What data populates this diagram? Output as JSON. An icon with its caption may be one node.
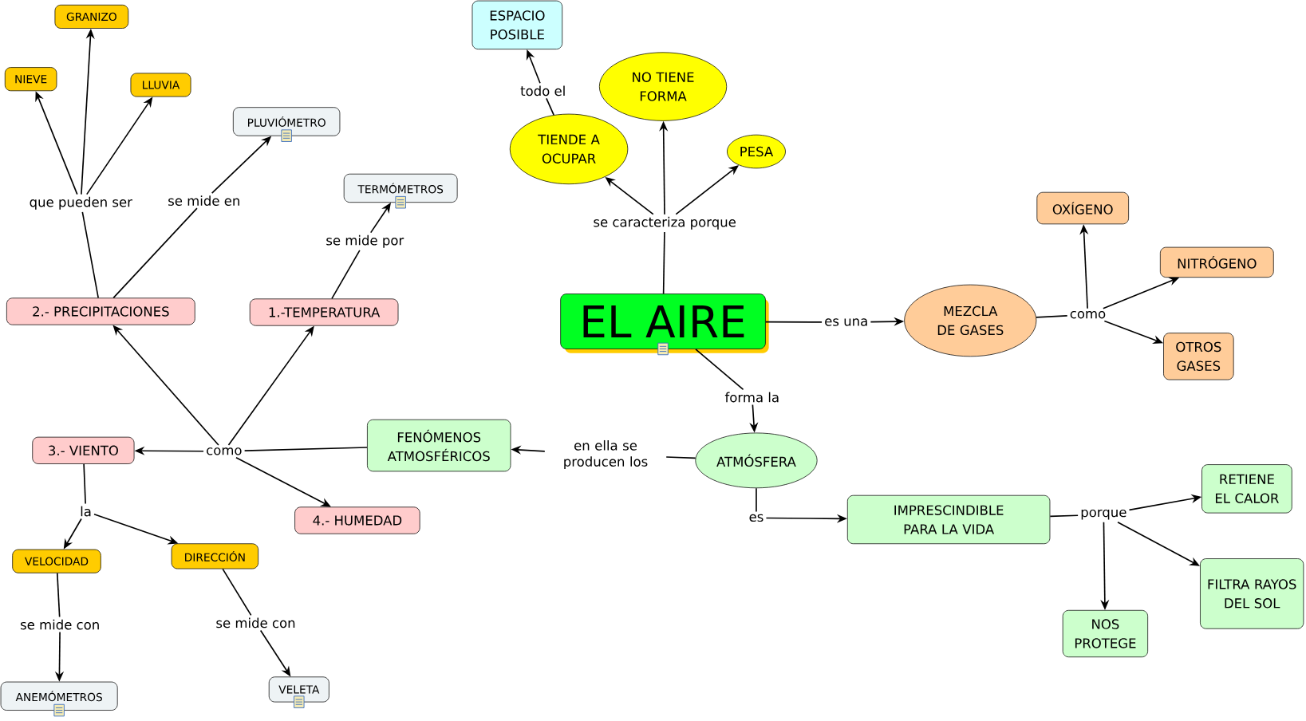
{
  "diagram": {
    "nodes": [
      {
        "text": [
          "EL AIRE"
        ]
      },
      {
        "text": [
          "se caracteriza porque"
        ]
      },
      {
        "text": [
          "TIENDE A OCUPAR"
        ]
      },
      {
        "text": [
          "todo el"
        ]
      },
      {
        "text": [
          "ESPACIO POSIBLE"
        ]
      },
      {
        "text": [
          "NO TIENE FORMA"
        ]
      },
      {
        "text": [
          "PESA"
        ]
      },
      {
        "text": [
          "es una"
        ]
      },
      {
        "text": [
          "MEZCLA DE GASES"
        ]
      },
      {
        "text": [
          "como"
        ]
      },
      {
        "text": [
          "OXÍGENO"
        ]
      },
      {
        "text": [
          "NITRÓGENO"
        ]
      },
      {
        "text": [
          "OTROS GASES"
        ]
      },
      {
        "text": [
          "forma la"
        ]
      },
      {
        "text": [
          "ATMÓSFERA"
        ]
      },
      {
        "text": [
          "en ella se producen los"
        ]
      },
      {
        "text": [
          "FENÓMENOS ATMOSFÉRICOS"
        ]
      },
      {
        "text": [
          "como"
        ]
      },
      {
        "text": [
          "1.-TEMPERATURA"
        ]
      },
      {
        "text": [
          "se mide  por"
        ]
      },
      {
        "text": [
          "TERMÓMETROS"
        ]
      },
      {
        "text": [
          "2.- PRECIPITACIONES"
        ]
      },
      {
        "text": [
          "que pueden ser"
        ]
      },
      {
        "text": [
          "NIEVE"
        ]
      },
      {
        "text": [
          "GRANIZO"
        ]
      },
      {
        "text": [
          "LLUVIA"
        ]
      },
      {
        "text": [
          "se mide en"
        ]
      },
      {
        "text": [
          "PLUVIÓMETRO"
        ]
      },
      {
        "text": [
          "3.- VIENTO"
        ]
      },
      {
        "text": [
          "la"
        ]
      },
      {
        "text": [
          "VELOCIDAD"
        ]
      },
      {
        "text": [
          "se mide con"
        ]
      },
      {
        "text": [
          "ANEMÓMETROS"
        ]
      },
      {
        "text": [
          "DIRECCIÓN"
        ]
      },
      {
        "text": [
          "se mide con"
        ]
      },
      {
        "text": [
          "VELETA"
        ]
      },
      {
        "text": [
          "4.-  HUMEDAD"
        ]
      },
      {
        "text": [
          "es"
        ]
      },
      {
        "text": [
          "IMPRESCINDIBLE PARA LA VIDA"
        ]
      },
      {
        "text": [
          "porque"
        ]
      },
      {
        "text": [
          "RETIENE EL CALOR"
        ]
      },
      {
        "text": [
          "FILTRA RAYOS DEL SOL"
        ]
      },
      {
        "text": [
          "NOS PROTEGE"
        ]
      }
    ],
    "edges": [
      {
        "from": 0,
        "to": 1,
        "arrow": "none"
      },
      {
        "from": 1,
        "to": 2,
        "arrow": "to"
      },
      {
        "from": 1,
        "to": 5,
        "arrow": "to"
      },
      {
        "from": 1,
        "to": 6,
        "arrow": "to"
      },
      {
        "from": 2,
        "to": 3,
        "arrow": "none"
      },
      {
        "from": 3,
        "to": 4,
        "arrow": "to"
      },
      {
        "from": 0,
        "to": 7,
        "arrow": "none"
      },
      {
        "from": 7,
        "to": 8,
        "arrow": "to"
      },
      {
        "from": 8,
        "to": 9,
        "arrow": "none"
      },
      {
        "from": 9,
        "to": 10,
        "arrow": "to"
      },
      {
        "from": 9,
        "to": 11,
        "arrow": "to"
      },
      {
        "from": 9,
        "to": 12,
        "arrow": "to"
      },
      {
        "from": 0,
        "to": 13,
        "arrow": "none"
      },
      {
        "from": 13,
        "to": 14,
        "arrow": "to"
      },
      {
        "from": 14,
        "to": 15,
        "arrow": "none"
      },
      {
        "from": 15,
        "to": 16,
        "arrow": "to"
      },
      {
        "from": 16,
        "to": 17,
        "arrow": "none"
      },
      {
        "from": 17,
        "to": 18,
        "arrow": "to"
      },
      {
        "from": 17,
        "to": 21,
        "arrow": "to"
      },
      {
        "from": 17,
        "to": 28,
        "arrow": "to"
      },
      {
        "from": 17,
        "to": 36,
        "arrow": "to"
      },
      {
        "from": 18,
        "to": 19,
        "arrow": "none"
      },
      {
        "from": 19,
        "to": 20,
        "arrow": "to"
      },
      {
        "from": 21,
        "to": 22,
        "arrow": "none"
      },
      {
        "from": 22,
        "to": 23,
        "arrow": "to"
      },
      {
        "from": 22,
        "to": 24,
        "arrow": "to"
      },
      {
        "from": 22,
        "to": 25,
        "arrow": "to"
      },
      {
        "from": 21,
        "to": 26,
        "arrow": "none"
      },
      {
        "from": 26,
        "to": 27,
        "arrow": "to"
      },
      {
        "from": 28,
        "to": 29,
        "arrow": "none"
      },
      {
        "from": 29,
        "to": 30,
        "arrow": "to"
      },
      {
        "from": 29,
        "to": 33,
        "arrow": "to"
      },
      {
        "from": 30,
        "to": 31,
        "arrow": "none"
      },
      {
        "from": 31,
        "to": 32,
        "arrow": "to"
      },
      {
        "from": 33,
        "to": 34,
        "arrow": "none"
      },
      {
        "from": 34,
        "to": 35,
        "arrow": "to"
      },
      {
        "from": 14,
        "to": 37,
        "arrow": "none"
      },
      {
        "from": 37,
        "to": 38,
        "arrow": "to"
      },
      {
        "from": 38,
        "to": 39,
        "arrow": "none"
      },
      {
        "from": 39,
        "to": 40,
        "arrow": "to"
      },
      {
        "from": 39,
        "to": 41,
        "arrow": "to"
      },
      {
        "from": 39,
        "to": 42,
        "arrow": "to"
      }
    ]
  }
}
